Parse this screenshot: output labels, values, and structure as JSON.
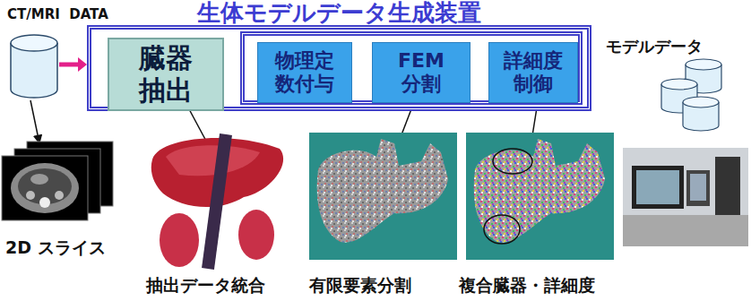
{
  "diagram": {
    "nodes": [
      {
        "text": [
          "生体モデルデータ生成装置"
        ]
      },
      {
        "text": [
          "臓器 抽出"
        ],
        "in": 0
      },
      {
        "text": [
          "物理定 数付与"
        ],
        "in": 0
      },
      {
        "text": [
          "FEM 分割"
        ],
        "in": 0
      },
      {
        "text": [
          "詳細度 制御"
        ],
        "in": 0
      }
    ],
    "edges": [
      {
        "from": 1,
        "to": 2,
        "arrow": "to"
      },
      {
        "from": 2,
        "to": 3,
        "arrow": "to"
      },
      {
        "from": 3,
        "to": 4,
        "arrow": "to"
      }
    ],
    "labels": [
      "CT/MRI  DATA",
      "モデルデータ",
      "2D スライス",
      "抽出データ統合",
      "有限要素分割",
      "複合臓器・詳細度"
    ]
  }
}
